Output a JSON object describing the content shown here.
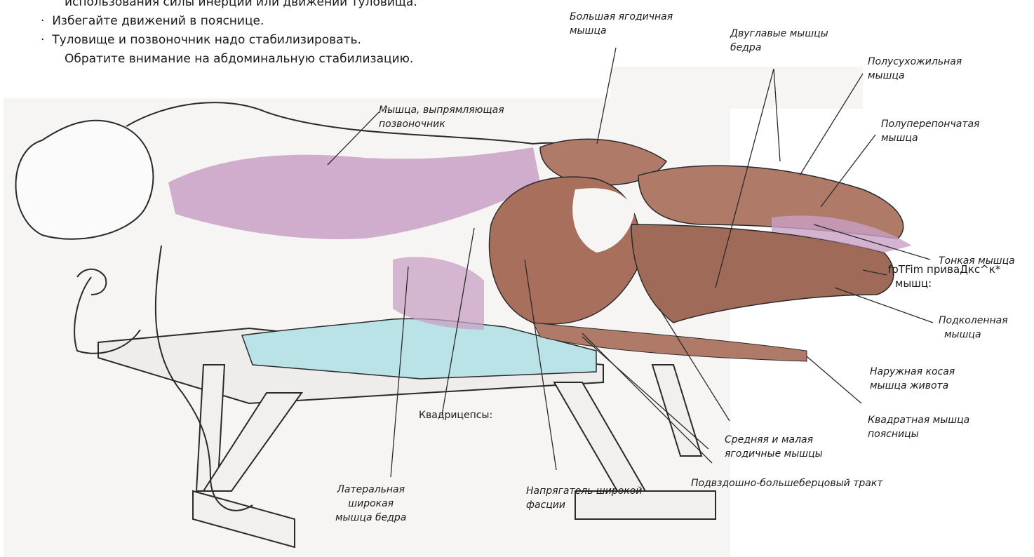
{
  "notes": {
    "line_0": "использования силы инерции или движений туловища.",
    "line_1": "Избегайте движений в пояснице.",
    "line_2": "Туловище и позвоночник надо стабилизировать.",
    "line_3": "Обратите внимание на абдоминальную стабилизацию.",
    "bullet_glyph": "·"
  },
  "labels": {
    "gluteus_max": [
      "Большая  ягодичная",
      "мышца"
    ],
    "biceps_femoris": [
      "Двуглавые  мышцы",
      "бедра"
    ],
    "semitendinosus": [
      "Полусухожильная",
      "мышца"
    ],
    "semimembranosus": [
      "Полуперепончатая",
      "мышца"
    ],
    "erector_spinae": [
      "Мышца,      выпрямляющая",
      "позвоночник"
    ],
    "gracilis": "Тонкая  мышца",
    "adductor_magnus": [
      "fpTFim приваДкс^к*",
      "мышц:"
    ],
    "popliteus": [
      "Подколенная",
      "мышца"
    ],
    "external_oblique": [
      "Наружная  косая",
      "мышца  живота"
    ],
    "quadratus_lumborum": [
      "Квадратная  мышца",
      "поясницы"
    ],
    "gluteus_med_min": [
      "Средняя  и  малая",
      "ягодичные  мышцы"
    ],
    "iliotibial_tract": "Подвздошно-большеберцовый     тракт",
    "quadriceps": "Квадрицепсы:",
    "vastus_lateralis": [
      "Латеральная",
      "широкая",
      "мышца  бедра"
    ],
    "tensor_fasciae_latae": [
      "Напрягатель  широкой",
      "фасции"
    ]
  },
  "colors": {
    "muscle": "#b07a68",
    "muscle_dark": "#8a5646",
    "muscle_pink": "#c9a0c4",
    "mat": "#b9e3e6",
    "outline": "#2a2a2a"
  }
}
